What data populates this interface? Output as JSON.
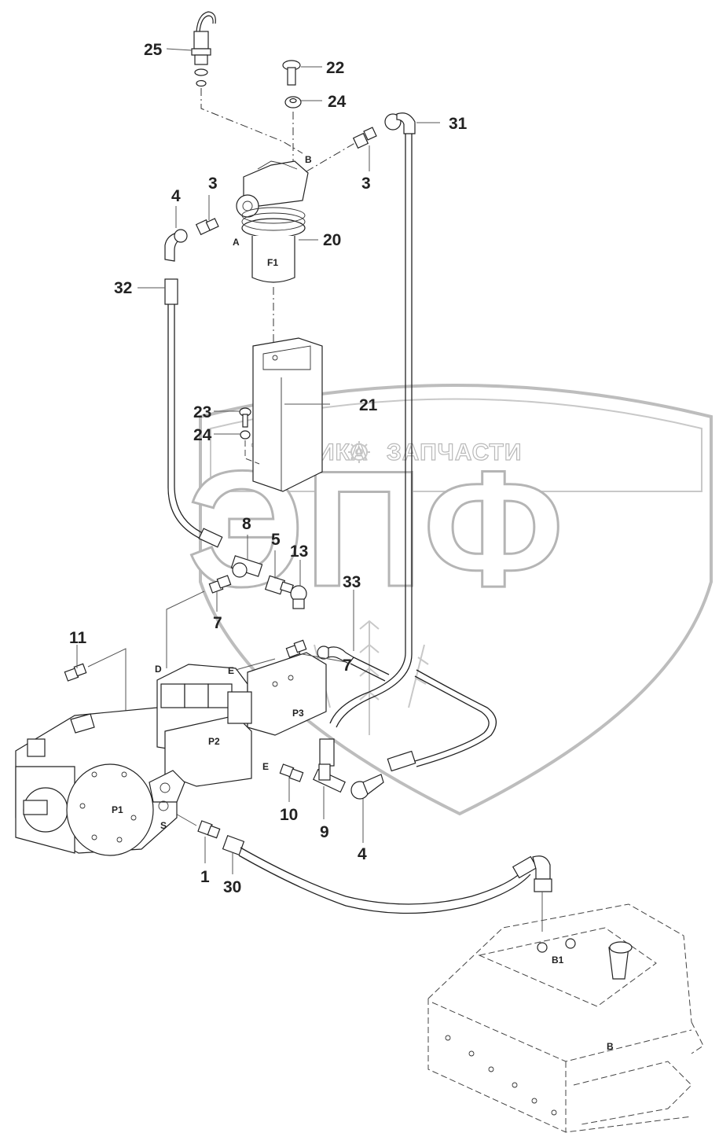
{
  "diagram": {
    "title": "Hydraulic filter and pump piping assembly (exploded parts view)",
    "watermark": {
      "line1_left": "ТЕХНИКА",
      "line1_right": "ЗАПЧАСТИ",
      "big_letters": "ЭПФ",
      "gear_icon": "gear-icon"
    },
    "callouts": [
      {
        "id": "c25",
        "label": "25",
        "part": "pressure switch / sensor"
      },
      {
        "id": "c22",
        "label": "22",
        "part": "bolt"
      },
      {
        "id": "c24a",
        "label": "24",
        "part": "washer"
      },
      {
        "id": "c31",
        "label": "31",
        "part": "hose with elbow"
      },
      {
        "id": "c3a",
        "label": "3",
        "part": "adapter fitting"
      },
      {
        "id": "c3b",
        "label": "3",
        "part": "adapter fitting"
      },
      {
        "id": "c4a",
        "label": "4",
        "part": "elbow fitting"
      },
      {
        "id": "c20",
        "label": "20",
        "part": "filter assembly"
      },
      {
        "id": "c32",
        "label": "32",
        "part": "hose"
      },
      {
        "id": "c23",
        "label": "23",
        "part": "bolt"
      },
      {
        "id": "c21",
        "label": "21",
        "part": "bracket"
      },
      {
        "id": "c24b",
        "label": "24",
        "part": "washer"
      },
      {
        "id": "c8",
        "label": "8",
        "part": "tee fitting"
      },
      {
        "id": "c5",
        "label": "5",
        "part": "adapter"
      },
      {
        "id": "c13",
        "label": "13",
        "part": "elbow"
      },
      {
        "id": "c33",
        "label": "33",
        "part": "hose"
      },
      {
        "id": "c7a",
        "label": "7",
        "part": "fitting"
      },
      {
        "id": "c11",
        "label": "11",
        "part": "fitting"
      },
      {
        "id": "c7b",
        "label": "7",
        "part": "fitting"
      },
      {
        "id": "c10",
        "label": "10",
        "part": "fitting"
      },
      {
        "id": "c9",
        "label": "9",
        "part": "tee"
      },
      {
        "id": "c4b",
        "label": "4",
        "part": "elbow fitting"
      },
      {
        "id": "c1",
        "label": "1",
        "part": "fitting"
      },
      {
        "id": "c30",
        "label": "30",
        "part": "suction hose"
      }
    ],
    "port_labels": {
      "filter_in": "A",
      "filter_out": "B",
      "filter_name": "F1",
      "pump_d": "D",
      "pump_e_top": "E",
      "pump_e_bottom": "E",
      "pump_p1": "P1",
      "pump_p2": "P2",
      "pump_p3": "P3",
      "pump_s": "S",
      "tank_b1": "B1",
      "tank_b": "B"
    }
  }
}
